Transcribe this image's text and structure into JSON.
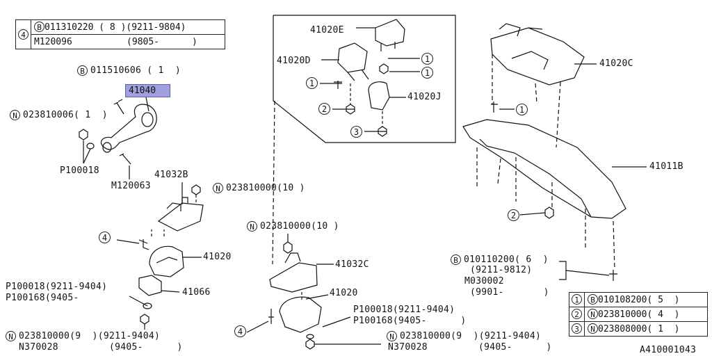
{
  "title_box": {
    "num": "4",
    "row1_prefix": "B",
    "row1_text": "011310220 ( 8 )(9211-9804)",
    "row2_text": "M120096          (9805-      )"
  },
  "labels": {
    "p011510606_prefix": "B",
    "p011510606": "011510606 ( 1  )",
    "p41040": "41040",
    "p023810006_prefix": "N",
    "p023810006": "023810006( 1  )",
    "p100018_top": "P100018",
    "m120063": "M120063",
    "p41032b": "41032B",
    "p023810000_a_prefix": "N",
    "p023810000_a": "023810000(10 )",
    "callout4_a": "4",
    "p41020_left": "41020",
    "p100018_range": "P100018(9211-9404)",
    "p100168_range": "P100168(9405-",
    "p41066": "41066",
    "n023810000_bl_prefix": "N",
    "n023810000_bl": "023810000(9  )(9211-9404)",
    "n370028_bl": "N370028         (9405-      )",
    "p41020e": "41020E",
    "p41020d": "41020D",
    "p41020j": "41020J",
    "c1a": "1",
    "c1b": "1",
    "c1c": "1",
    "c2a": "2",
    "c3a": "3",
    "p023810000_b_prefix": "N",
    "p023810000_b": "023810000(10 )",
    "p41032c": "41032C",
    "p41020_mid": "41020",
    "callout4_b": "4",
    "p100018_mid": "P100018(9211-9404)",
    "p100168_mid": "P100168(9405-      )",
    "n023810000_bm_prefix": "N",
    "n023810000_bm": "023810000(9  )(9211-9404)",
    "n370028_bm": "N370028         (9405-      )",
    "p41020c": "41020C",
    "c1_right": "1",
    "p41011b": "41011B",
    "c2_right": "2",
    "b010110200_prefix": "B",
    "b010110200": "010110200( 6  )",
    "b010110200_range": "(9211-9812)",
    "m030002": "M030002",
    "m030002_range": "(9901-       )",
    "diagram_id": "A410001043"
  },
  "legend": {
    "rows": [
      {
        "num": "1",
        "prefix": "B",
        "text": "010108200( 5  )"
      },
      {
        "num": "2",
        "prefix": "N",
        "text": "023810000( 4  )"
      },
      {
        "num": "3",
        "prefix": "N",
        "text": "023808000( 1  )"
      }
    ]
  }
}
